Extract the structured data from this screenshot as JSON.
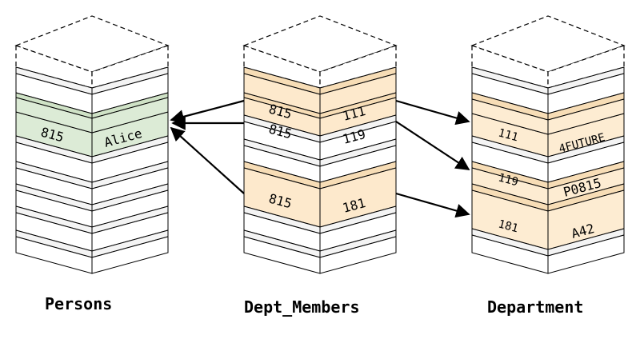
{
  "colors": {
    "stroke": "#000000",
    "white_face": "#ffffff",
    "ghost_face": "#f4f4f4",
    "person_highlight": "#dcebd6",
    "person_highlight_edge": "#cfe2c6",
    "member_highlight": "#fde9cc",
    "member_highlight_edge": "#f7ddb6",
    "dept_highlight": "#fdecd2",
    "arrow": "#000000"
  },
  "tables": {
    "persons": {
      "label": "Persons",
      "rows": [
        {
          "id": "815",
          "value": "Alice"
        }
      ]
    },
    "dept_members": {
      "label": "Dept_Members",
      "rows": [
        {
          "person": "815",
          "dept": "111"
        },
        {
          "person": "815",
          "dept": "119"
        },
        {
          "person": "815",
          "dept": "181"
        }
      ]
    },
    "department": {
      "label": "Department",
      "rows": [
        {
          "id": "111",
          "name": "4FUTURE"
        },
        {
          "id": "119",
          "name": "P0815"
        },
        {
          "id": "181",
          "name": "A42"
        }
      ]
    }
  },
  "icons": {
    "arrow_head": "triangle-arrowhead-icon",
    "dashed_top": "dashed-empty-slab-icon"
  }
}
